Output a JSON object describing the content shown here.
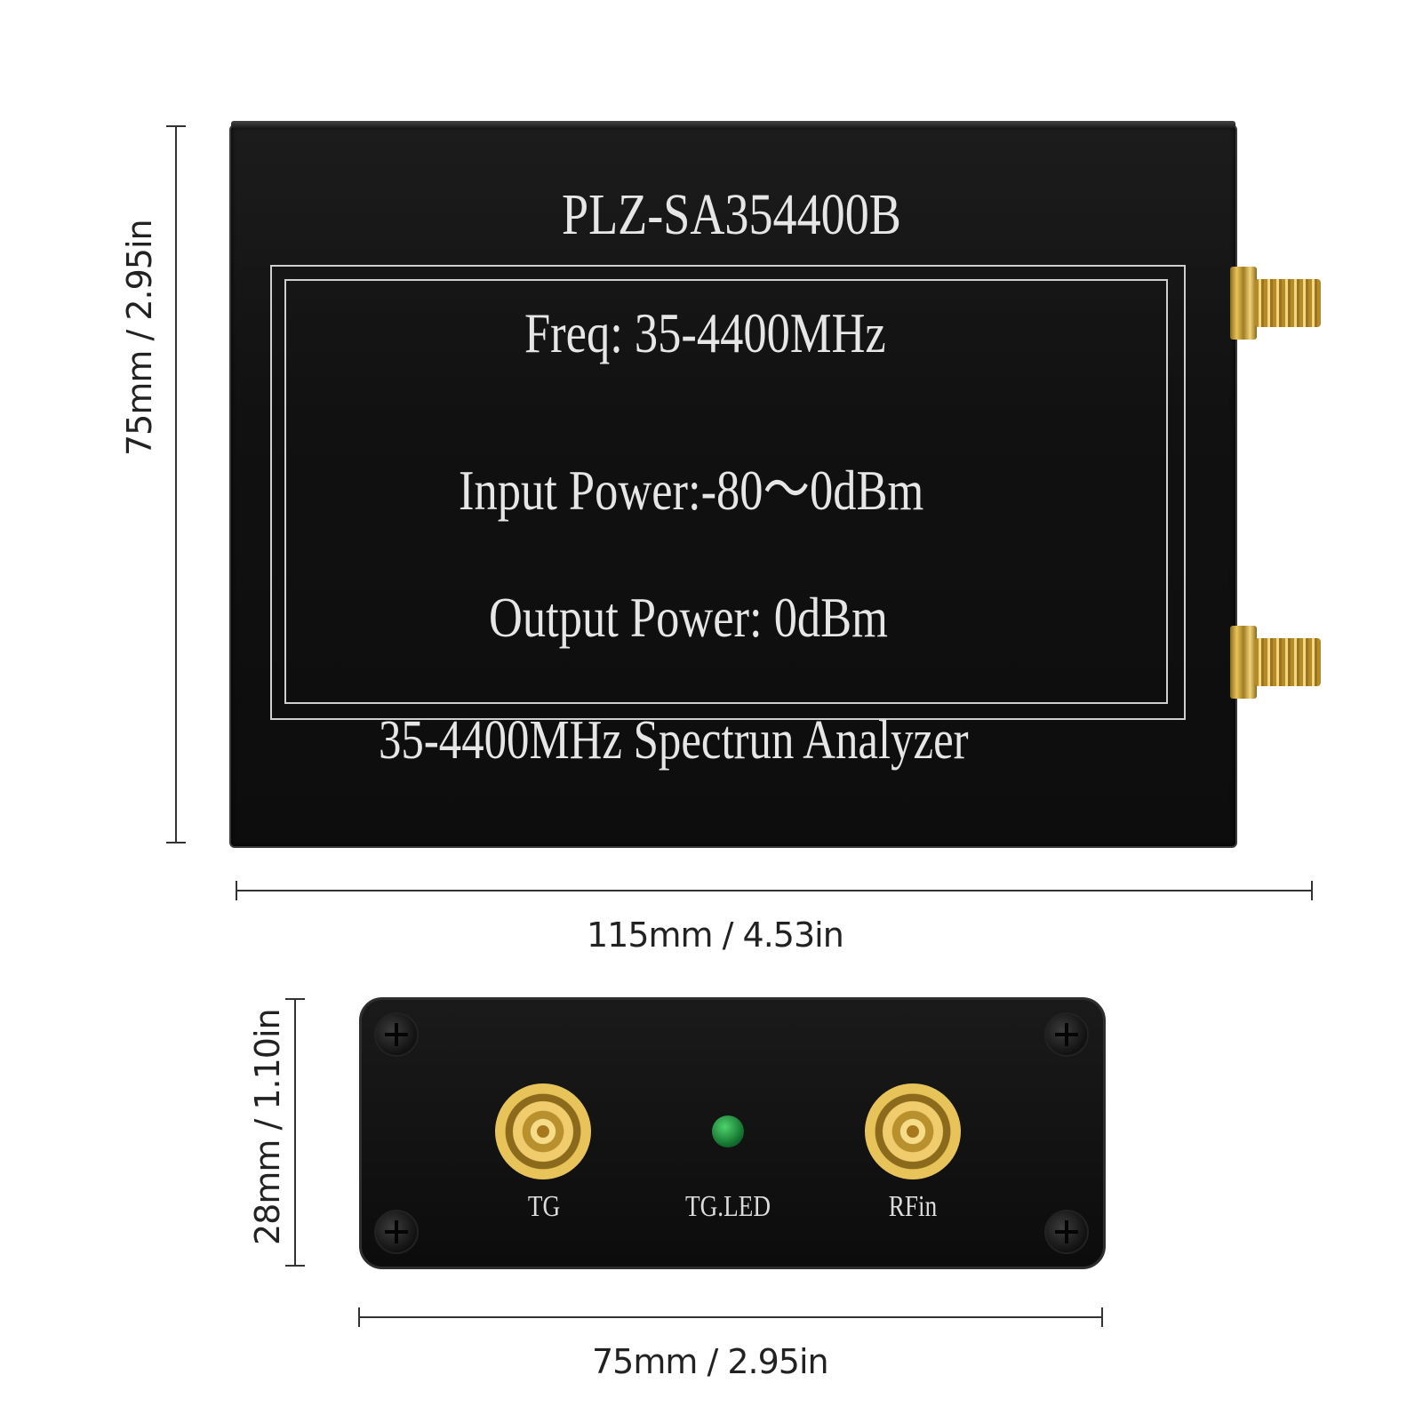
{
  "top_view": {
    "model": "PLZ-SA354400B",
    "freq": "Freq: 35-4400MHz",
    "input_power": "Input Power:-80～0dBm",
    "output_power": "Output Power: 0dBm",
    "subtitle": "35-4400MHz Spectrun Analyzer"
  },
  "front_view": {
    "port_left": "TG",
    "led_label": "TG.LED",
    "port_right": "RFin"
  },
  "dimensions": {
    "top_height": "75mm / 2.95in",
    "top_width": "115mm / 4.53in",
    "front_height": "28mm / 1.10in",
    "front_width": "75mm / 2.95in"
  },
  "colors": {
    "device_body": "#111111",
    "print": "#e6e6e6",
    "connector_gold": "#e8c35a",
    "led_green": "#1f9a40",
    "background": "#ffffff"
  }
}
